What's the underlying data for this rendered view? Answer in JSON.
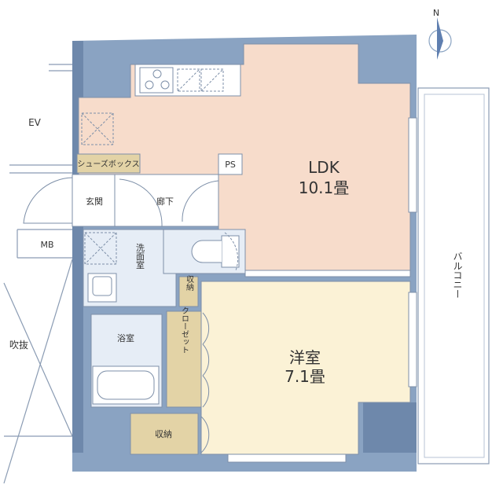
{
  "compass": {
    "mark": "N"
  },
  "colors": {
    "wall": "#8aa3c2",
    "wall_dark": "#6e88ab",
    "ldk": "#f7dccb",
    "western": "#fbf2d6",
    "wet": "#e6edf6",
    "storage": "#e3d3a6",
    "white": "#ffffff",
    "line": "#7d8fa8"
  },
  "labels": {
    "ev": "EV",
    "mb": "MB",
    "fukinuke": "吹抜",
    "balcony": "バルコニー",
    "shoes_box": "シューズボックス",
    "ps": "PS",
    "genkan": "玄関",
    "rouka": "廊下",
    "senmenshitsu": "洗面室",
    "yokushitsu": "浴室",
    "shuno_small": "収納",
    "closet": "クローゼット",
    "shuno_bottom": "収納"
  },
  "rooms": {
    "ldk": {
      "name": "LDK",
      "size": "10.1畳"
    },
    "western": {
      "name": "洋室",
      "size": "7.1畳"
    }
  }
}
